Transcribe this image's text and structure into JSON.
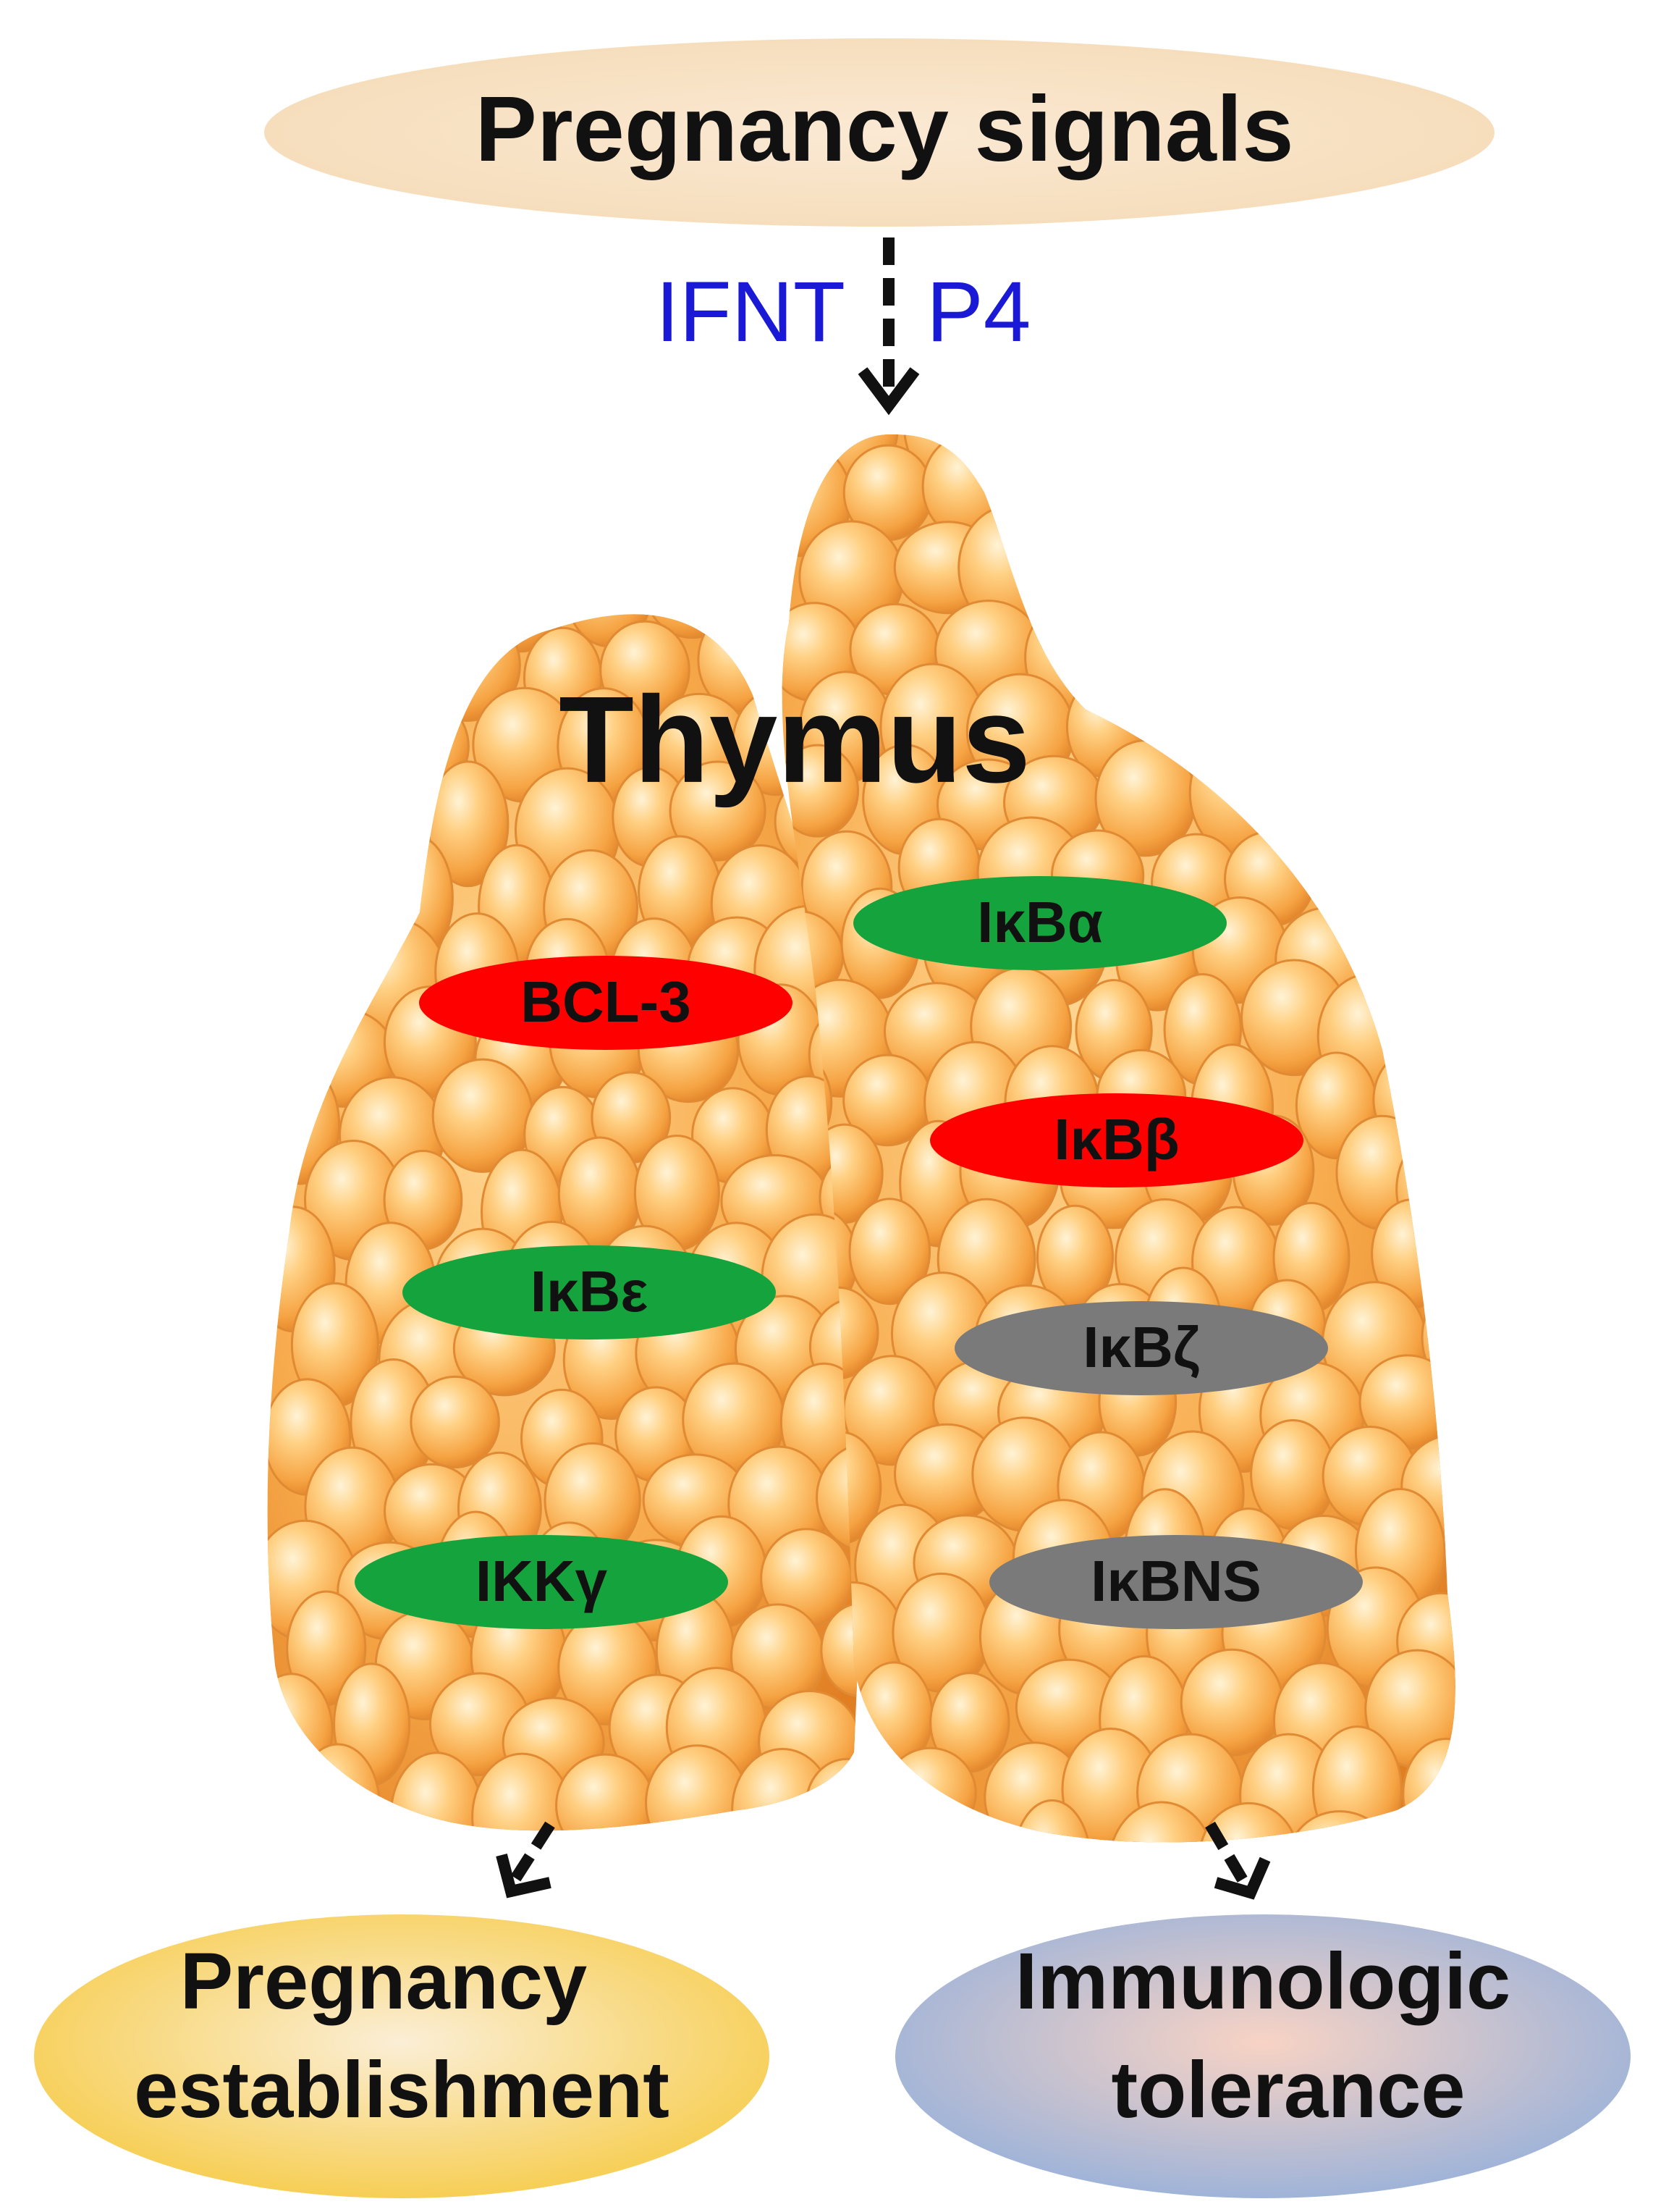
{
  "top_signal": {
    "label": "Pregnancy signals",
    "fill_from": "#fbe9d4",
    "fill_to": "#f5dcb8"
  },
  "mediators": [
    "IFNT",
    "P4"
  ],
  "mediator_color": "#1a1ad6",
  "organ": {
    "label": "Thymus",
    "lobe_color": "#f7a94a",
    "lobe_highlight": "#ffd894",
    "lobe_shadow": "#e07e22"
  },
  "factors": [
    {
      "name": "BCL-3",
      "status": "up"
    },
    {
      "name": "IκBε",
      "status": "down"
    },
    {
      "name": "IKKγ",
      "status": "down"
    },
    {
      "name": "IκBα",
      "status": "down"
    },
    {
      "name": "IκBβ",
      "status": "up"
    },
    {
      "name": "IκBζ",
      "status": "unchanged"
    },
    {
      "name": "IκBNS",
      "status": "unchanged"
    }
  ],
  "status_colors": {
    "up": "#ff0000",
    "down": "#14a33c",
    "unchanged": "#7a7a7a"
  },
  "outcomes": {
    "left": {
      "line1": "Pregnancy",
      "line2": "establishment",
      "center": "#fbeed6",
      "edge": "#f6c93e"
    },
    "right": {
      "line1": "Immunologic",
      "line2": "tolerance",
      "center": "#f8d3c4",
      "edge": "#8faedc"
    }
  },
  "arrow_color": "#111111"
}
